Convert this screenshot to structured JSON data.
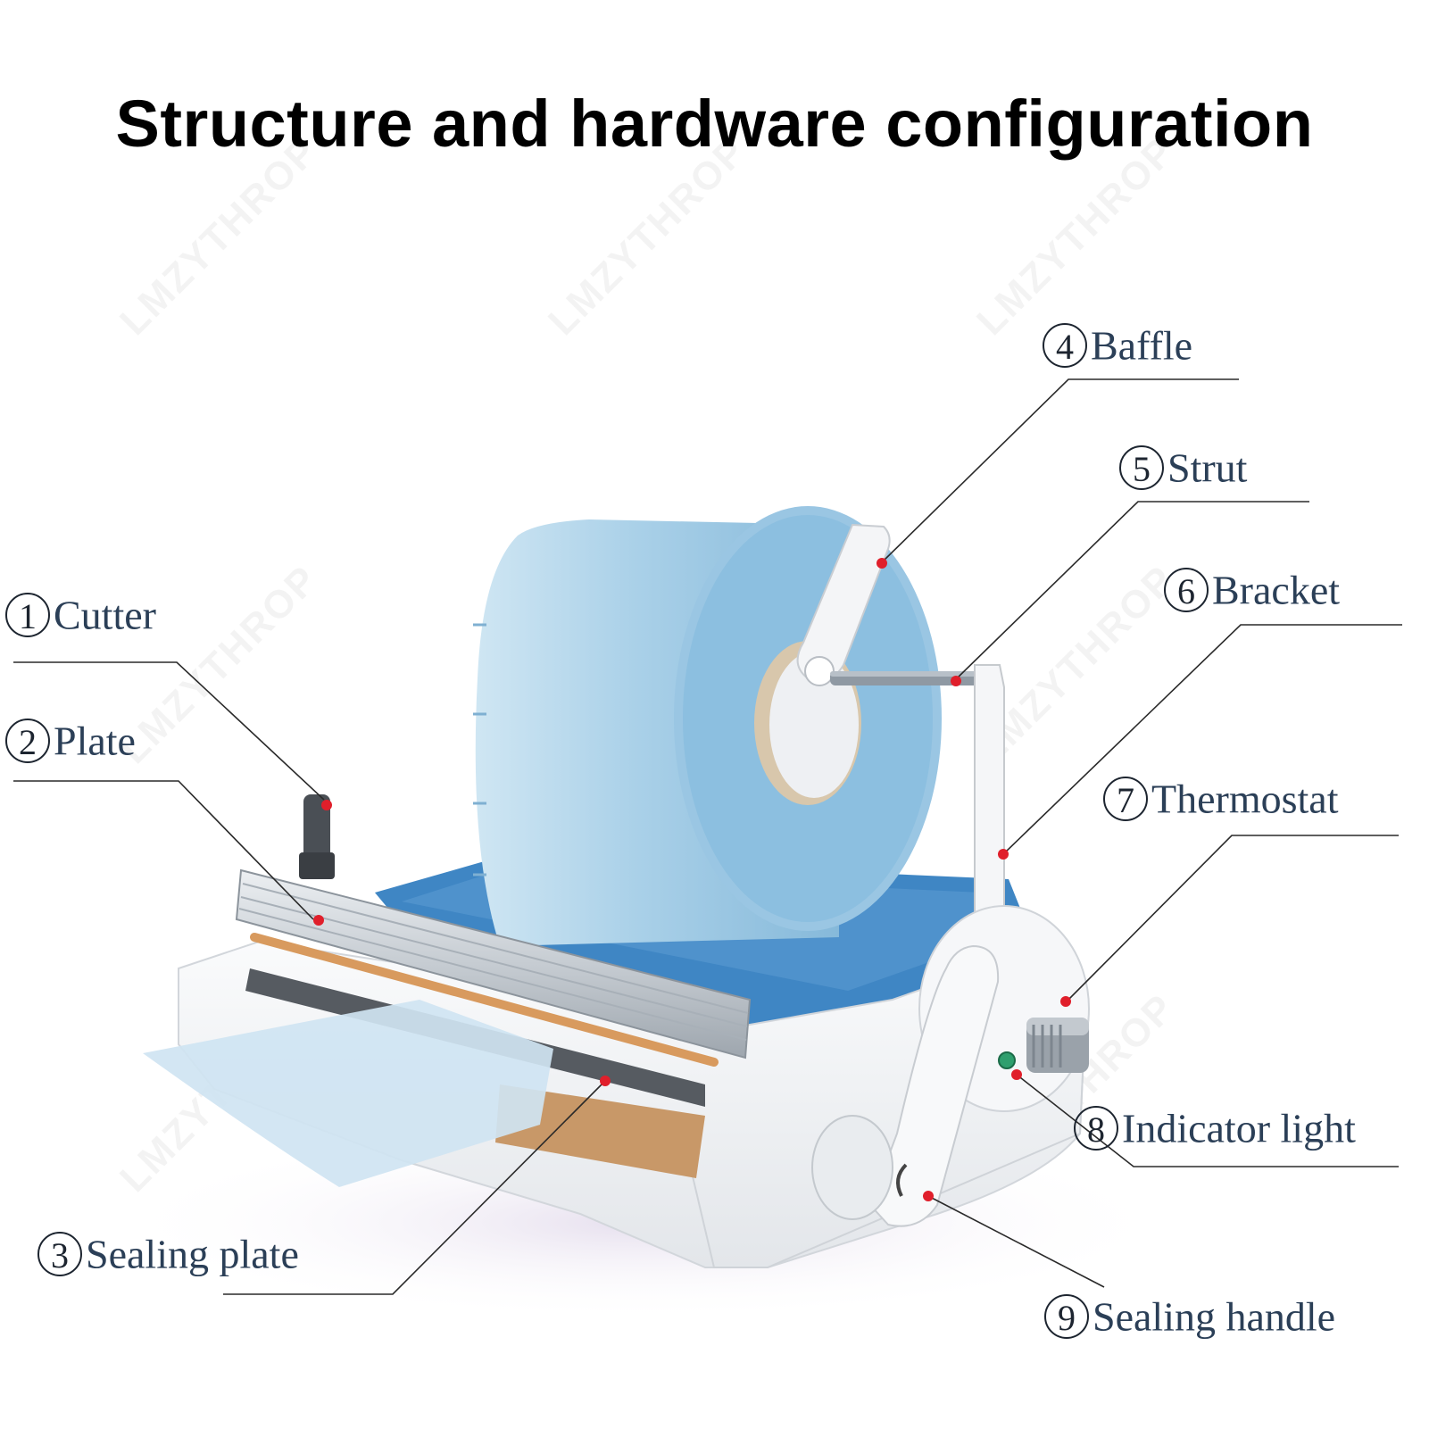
{
  "title": "Structure and hardware configuration",
  "watermark": "LMZYTHROP",
  "colors": {
    "label_text": "#2b3f57",
    "leader_line": "#2a2a2a",
    "marker_dot": "#e01f2b",
    "roll_blue": "#a9cfe6",
    "tray_blue": "#3f86c4",
    "body_white": "#f2f3f5"
  },
  "labels": [
    {
      "num": "1",
      "text": "Cutter"
    },
    {
      "num": "2",
      "text": "Plate"
    },
    {
      "num": "3",
      "text": "Sealing plate"
    },
    {
      "num": "4",
      "text": "Baffle"
    },
    {
      "num": "5",
      "text": "Strut"
    },
    {
      "num": "6",
      "text": "Bracket"
    },
    {
      "num": "7",
      "text": "Thermostat"
    },
    {
      "num": "8",
      "text": "Indicator light"
    },
    {
      "num": "9",
      "text": "Sealing handle"
    }
  ]
}
